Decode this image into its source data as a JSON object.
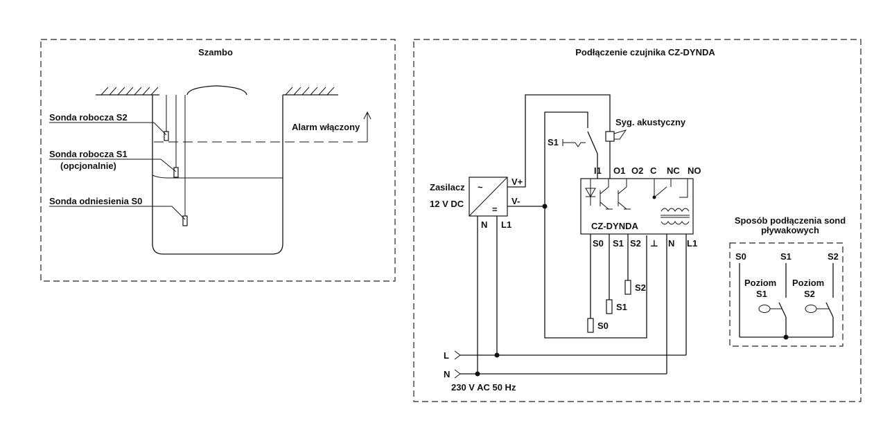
{
  "left": {
    "title": "Szambo",
    "probe_s2": "Sonda robocza S2",
    "probe_s1": "Sonda robocza S1",
    "probe_s1_note": "(opcjonalnie)",
    "probe_s0": "Sonda odniesienia S0",
    "alarm": "Alarm włączony"
  },
  "right": {
    "title": "Podłączenie czujnika CZ-DYNDA",
    "psu_label_1": "Zasilacz",
    "psu_label_2": "12 V DC",
    "psu_ac_symbol": "~",
    "psu_dc_symbol": "=",
    "psu_vplus": "V+",
    "psu_vminus": "V-",
    "psu_n": "N",
    "psu_l1": "L1",
    "buzzer": "Syg. akustyczny",
    "switch_s1": "S1",
    "device_name": "CZ-DYNDA",
    "top_terminals": [
      "I1",
      "O1",
      "O2",
      "C",
      "NC",
      "NO"
    ],
    "bottom_terminals": [
      "S0",
      "S1",
      "S2",
      "⊥",
      "N",
      "L1"
    ],
    "probe_labels": [
      "S0",
      "S1",
      "S2"
    ],
    "line_l": "L",
    "line_n": "N",
    "mains": "230 V AC 50 Hz"
  },
  "float": {
    "title_1": "Sposób podłączenia sond",
    "title_2": "pływakowych",
    "s0": "S0",
    "s1": "S1",
    "s2": "S2",
    "level_s1_1": "Poziom",
    "level_s1_2": "S1",
    "level_s2_1": "Poziom",
    "level_s2_2": "S2"
  }
}
